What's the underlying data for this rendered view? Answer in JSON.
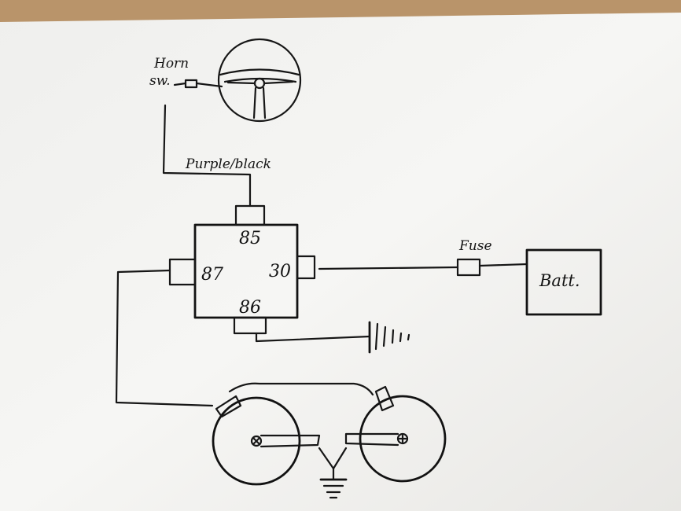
{
  "diagram": {
    "labels": {
      "horn_switch_line1": "Horn",
      "horn_switch_line2": "sw.",
      "wire": "Purple/black",
      "pin_85": "85",
      "pin_86": "86",
      "pin_87": "87",
      "pin_30": "30",
      "fuse": "Fuse",
      "battery": "Batt."
    },
    "colors": {
      "paper": "#f4f3f0",
      "ink": "#161616",
      "table": "#b9946a"
    }
  }
}
